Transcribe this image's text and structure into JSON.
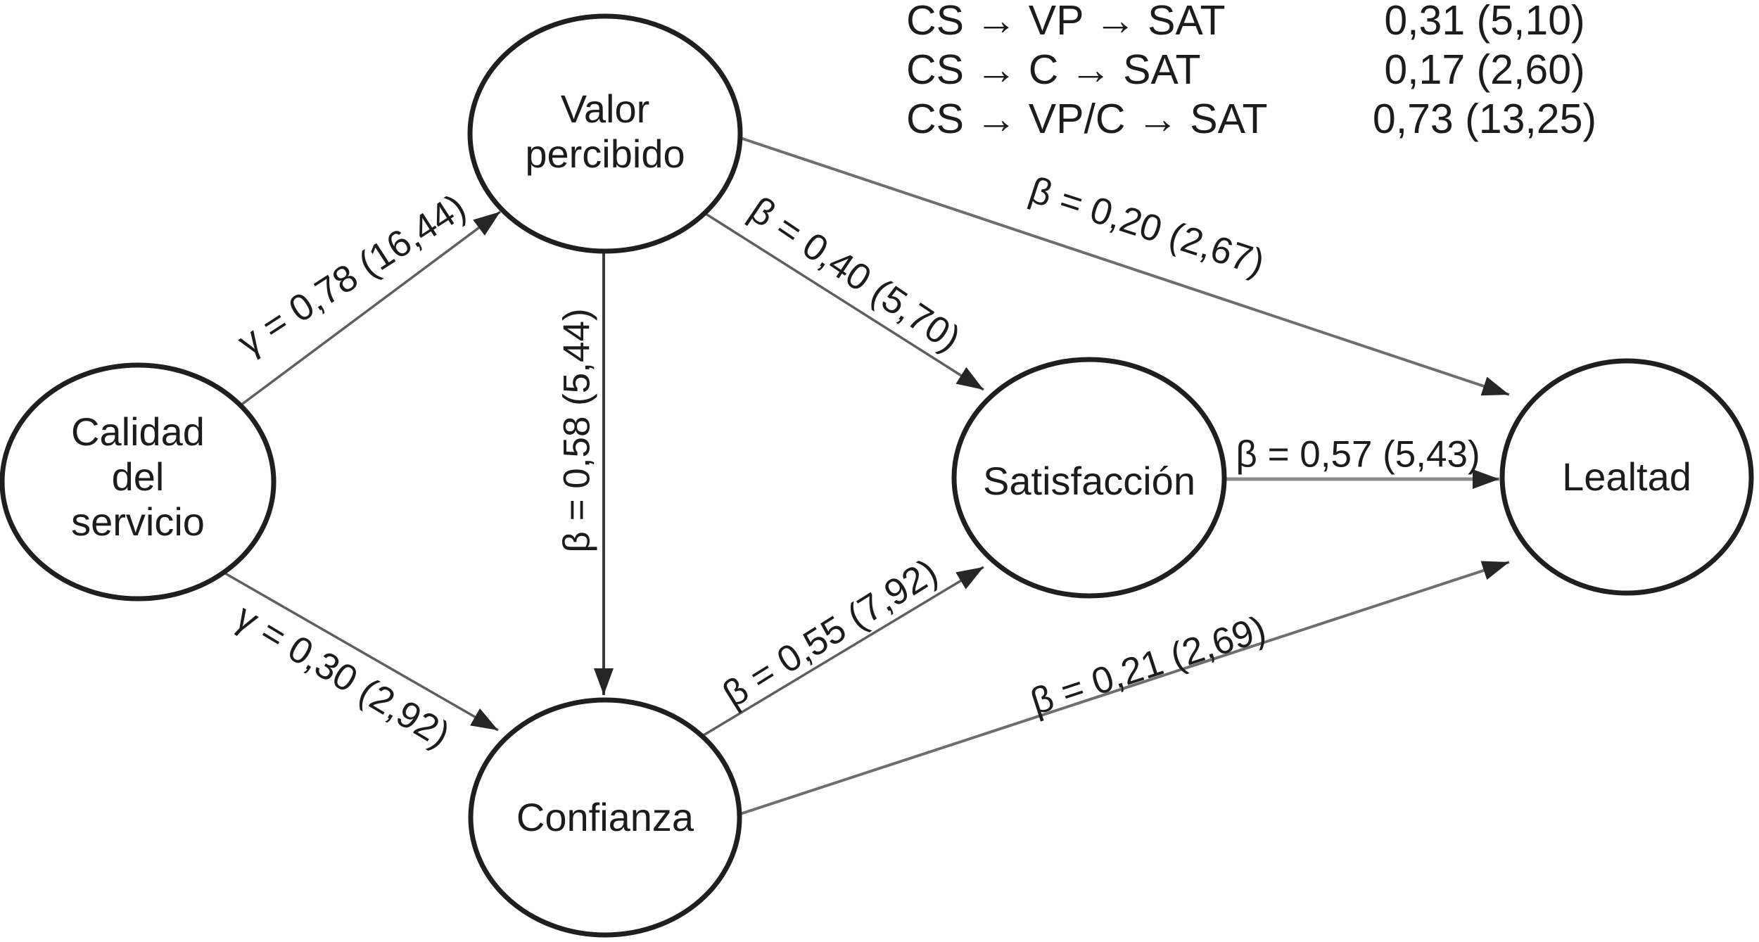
{
  "figure_type": "structural-equation-model-path-diagram",
  "nodes": {
    "calidad_del_servicio": {
      "label": "Calidad\ndel\nservicio"
    },
    "valor_percibido": {
      "label": "Valor\npercibido"
    },
    "confianza": {
      "label": "Confianza"
    },
    "satisfaccion": {
      "label": "Satisfacción"
    },
    "lealtad": {
      "label": "Lealtad"
    }
  },
  "edges": {
    "calidad_to_valor": {
      "label": "γ = 0,78 (16,44)"
    },
    "calidad_to_confianza": {
      "label": "γ = 0,30 (2,92)"
    },
    "valor_to_confianza": {
      "label": "β = 0,58 (5,44)"
    },
    "valor_to_satisfaccion": {
      "label": "β = 0,40 (5,70)"
    },
    "valor_to_lealtad": {
      "label": "β = 0,20 (2,67)"
    },
    "confianza_to_satisfaccion": {
      "label": "β = 0,55 (7,92)"
    },
    "confianza_to_lealtad": {
      "label": "β = 0,21 (2,69)"
    },
    "satisfaccion_to_lealtad": {
      "label": "β = 0,57 (5,43)"
    }
  },
  "legend": {
    "rows": [
      {
        "path": "CS → VP → SAT",
        "value": "0,31 (5,10)"
      },
      {
        "path": "CS → C → SAT",
        "value": "0,17 (2,60)"
      },
      {
        "path": "CS → VP/C → SAT",
        "value": "0,73 (13,25)"
      }
    ]
  },
  "colors": {
    "background": "#ffffff",
    "text": "#1c1c1c",
    "node_stroke": "#1f1f1f",
    "arrow_line": "#5f5f5f",
    "arrow_line_light": "#8c8c8c",
    "arrowhead": "#262626"
  }
}
